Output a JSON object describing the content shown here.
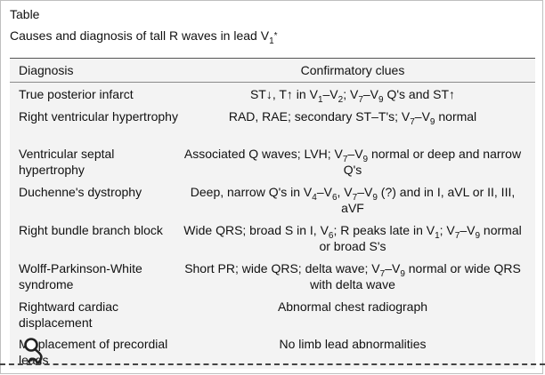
{
  "label": "Table",
  "caption": {
    "text": "Causes and diagnosis of tall R waves in lead V",
    "sub": "1",
    "sup": "*"
  },
  "columns": [
    "Diagnosis",
    "Confirmatory clues"
  ],
  "rows": [
    {
      "diagnosis": "True posterior infarct",
      "clue_parts": [
        {
          "t": "ST↓, T↑ in V"
        },
        {
          "sub": "1"
        },
        {
          "t": "–V"
        },
        {
          "sub": "2"
        },
        {
          "t": "; V"
        },
        {
          "sub": "7"
        },
        {
          "t": "–V"
        },
        {
          "sub": "9"
        },
        {
          "t": " Q's and ST↑"
        }
      ]
    },
    {
      "diagnosis": "Right ventricular hypertrophy",
      "clue_parts": [
        {
          "t": "RAD, RAE; secondary ST–T's; V"
        },
        {
          "sub": "7"
        },
        {
          "t": "–V"
        },
        {
          "sub": "9"
        },
        {
          "t": " normal"
        }
      ]
    },
    {
      "diagnosis": "Ventricular septal hypertrophy",
      "clue_parts": [
        {
          "t": "Associated Q waves; LVH; V"
        },
        {
          "sub": "7"
        },
        {
          "t": "–V"
        },
        {
          "sub": "9"
        },
        {
          "t": " normal or deep and narrow Q's"
        }
      ]
    },
    {
      "diagnosis": "Duchenne's dystrophy",
      "clue_parts": [
        {
          "t": "Deep, narrow Q's in V"
        },
        {
          "sub": "4"
        },
        {
          "t": "–V"
        },
        {
          "sub": "6"
        },
        {
          "t": ", V"
        },
        {
          "sub": "7"
        },
        {
          "t": "–V"
        },
        {
          "sub": "9"
        },
        {
          "t": " (?) and in I, aVL or II, III, aVF"
        }
      ]
    },
    {
      "diagnosis": "Right bundle branch block",
      "clue_parts": [
        {
          "t": "Wide QRS; broad S in I, V"
        },
        {
          "sub": "6"
        },
        {
          "t": "; R peaks late in V"
        },
        {
          "sub": "1"
        },
        {
          "t": "; V"
        },
        {
          "sub": "7"
        },
        {
          "t": "–V"
        },
        {
          "sub": "9"
        },
        {
          "t": " normal or broad S's"
        }
      ]
    },
    {
      "diagnosis": "Wolff-Parkinson-White syndrome",
      "clue_parts": [
        {
          "t": "Short PR; wide QRS; delta wave; V"
        },
        {
          "sub": "7"
        },
        {
          "t": "–V"
        },
        {
          "sub": "9"
        },
        {
          "t": " normal or wide QRS with delta wave"
        }
      ]
    },
    {
      "diagnosis": "Rightward cardiac displacement",
      "clue_parts": [
        {
          "t": "Abnormal chest radiograph"
        }
      ]
    },
    {
      "diagnosis": "Misplacement of precordial leads",
      "clue_parts": [
        {
          "t": "No limb lead abnormalities"
        }
      ]
    }
  ]
}
